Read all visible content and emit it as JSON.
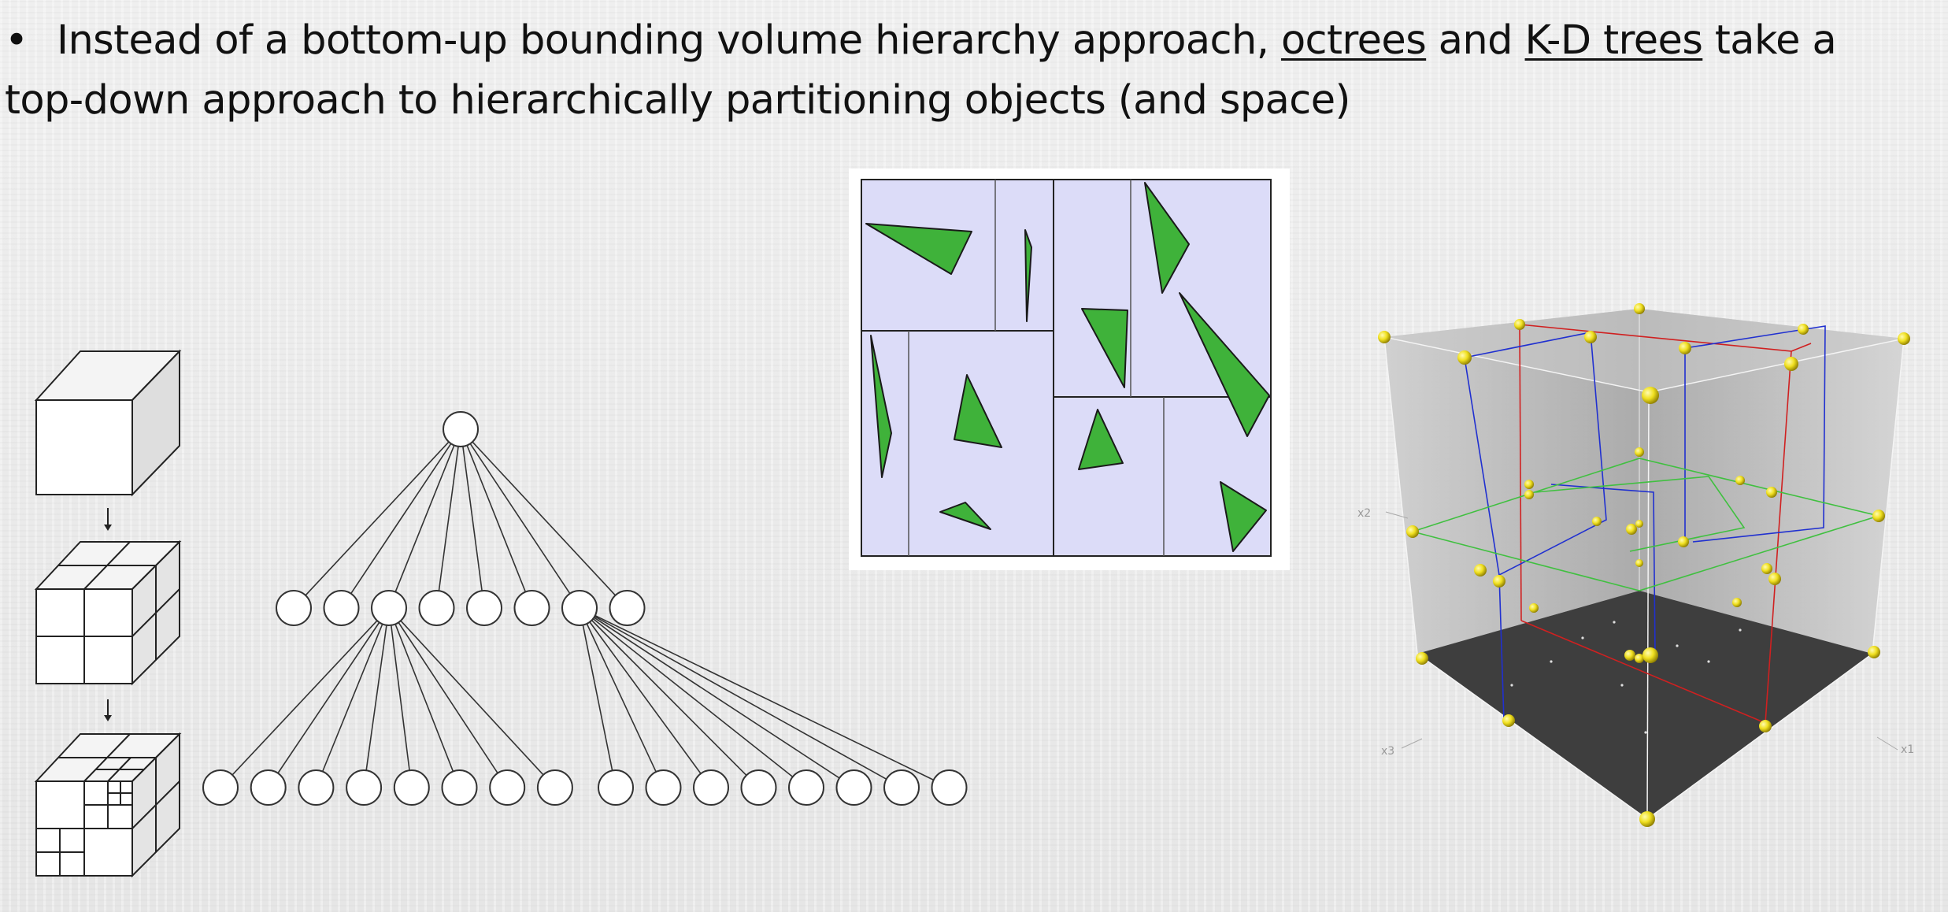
{
  "slide": {
    "bullet": "•",
    "text_part1": "Instead of a bottom-up bounding volume hierarchy approach, ",
    "term_octrees": "octrees",
    "text_and": " and ",
    "term_kd_trees": "K-D trees",
    "text_part2": " take a top-down approach to hierarchically partitioning objects (and space)"
  },
  "cube_axis_labels": {
    "x1": "x1",
    "x2": "x2",
    "x3": "x3"
  },
  "colors": {
    "triangle_fill": "#3fb23a",
    "region_fill": "#dcdcf8",
    "node_fill": "#ffffff",
    "split_red": "#d02020",
    "split_blue": "#2030d0",
    "split_green": "#40c040",
    "point_yellow": "#f0e020"
  }
}
